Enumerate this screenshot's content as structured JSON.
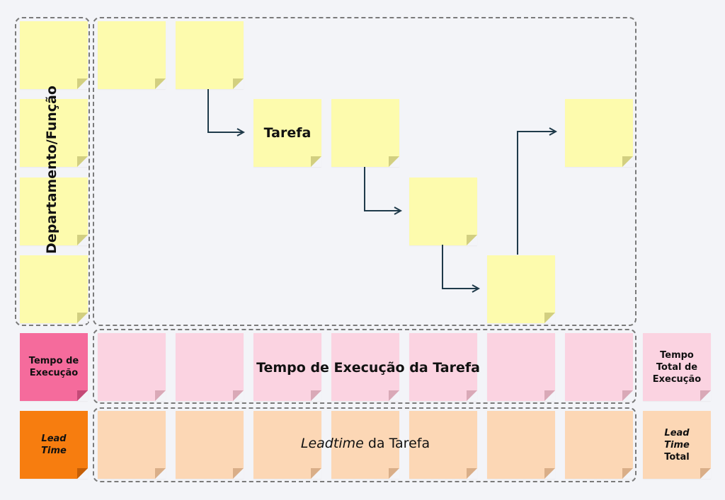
{
  "labels": {
    "department": "Departamento/Função",
    "task": "Tarefa",
    "exec_time_row": "Tempo de Execução da Tarefa",
    "leadtime_row_italic": "Leadtime",
    "leadtime_row_rest": " da Tarefa",
    "exec_time_header_line1": "Tempo de",
    "exec_time_header_line2": "Execução",
    "lead_time_header_line1": "Lead",
    "lead_time_header_line2": "Time",
    "total_exec_line1": "Tempo",
    "total_exec_line2": "Total de",
    "total_exec_line3": "Execução",
    "total_lead_line1": "Lead",
    "total_lead_line2": "Time",
    "total_lead_line3": "Total"
  },
  "colors": {
    "background": "#f3f4f8",
    "task_note": "#fdfbad",
    "exec_note": "#fbd3e1",
    "exec_header": "#f56b9c",
    "lead_note": "#fcd7b5",
    "lead_header": "#f77d0f",
    "arrow": "#1f3a4a",
    "dashed_border": "#7a7a7a"
  }
}
